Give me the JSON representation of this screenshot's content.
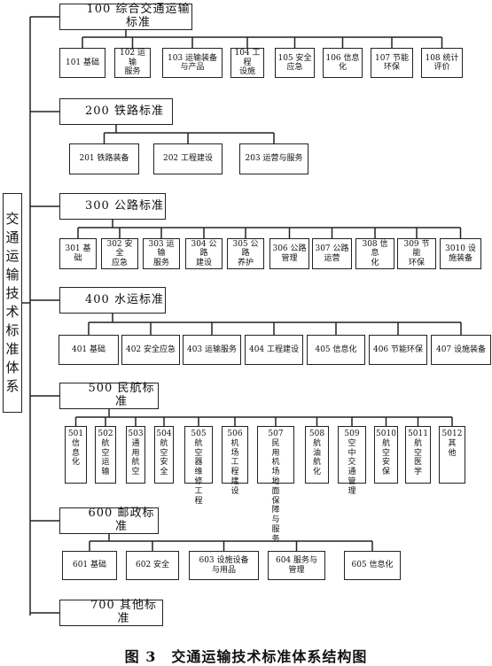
{
  "root": "交\n通\n运\n输\n技\n术\n标\n准\n体\n系",
  "caption": "图 3　交通运输技术标准体系结构图",
  "categories": [
    {
      "label": "100 综合交通运输标准",
      "children": [
        "101 基础",
        "102 运输\n服务",
        "103 运输装备\n与产品",
        "104 工程\n设施",
        "105 安全\n应急",
        "106 信息\n化",
        "107 节能\n环保",
        "108 统计\n评价"
      ]
    },
    {
      "label": "200 铁路标准",
      "children": [
        "201 铁路装备",
        "202 工程建设",
        "203 运营与服务"
      ]
    },
    {
      "label": "300 公路标准",
      "children": [
        "301 基础",
        "302 安全\n应急",
        "303 运输\n服务",
        "304 公路\n建设",
        "305 公路\n养护",
        "306 公路\n管理",
        "307 公路\n运营",
        "308 信息\n化",
        "309 节能\n环保",
        "3010 设\n施装备"
      ]
    },
    {
      "label": "400 水运标准",
      "children": [
        "401 基础",
        "402 安全应急",
        "403 运输服务",
        "404 工程建设",
        "405 信息化",
        "406 节能环保",
        "407 设施装备"
      ]
    },
    {
      "label": "500 民航标准",
      "children": [
        "501\n信\n息\n化",
        "502\n航\n空\n运\n输",
        "503\n通\n用\n航\n空",
        "504\n航\n空\n安\n全",
        "505\n航\n空\n器\n维\n修\n工\n程",
        "506\n机\n场\n工\n程\n建\n设",
        "507\n民\n用\n机\n场\n地\n面\n保\n障\n与\n服\n务",
        "508\n航\n油\n航\n化",
        "509\n空\n中\n交\n通\n管\n理",
        "5010\n航\n空\n安\n保",
        "5011\n航\n空\n医\n学",
        "5012\n其\n他"
      ]
    },
    {
      "label": "600 邮政标准",
      "children": [
        "601 基础",
        "602 安全",
        "603 设施设备\n与用品",
        "604 服务与\n管理",
        "605 信息化"
      ]
    },
    {
      "label": "700 其他标准",
      "children": []
    }
  ]
}
